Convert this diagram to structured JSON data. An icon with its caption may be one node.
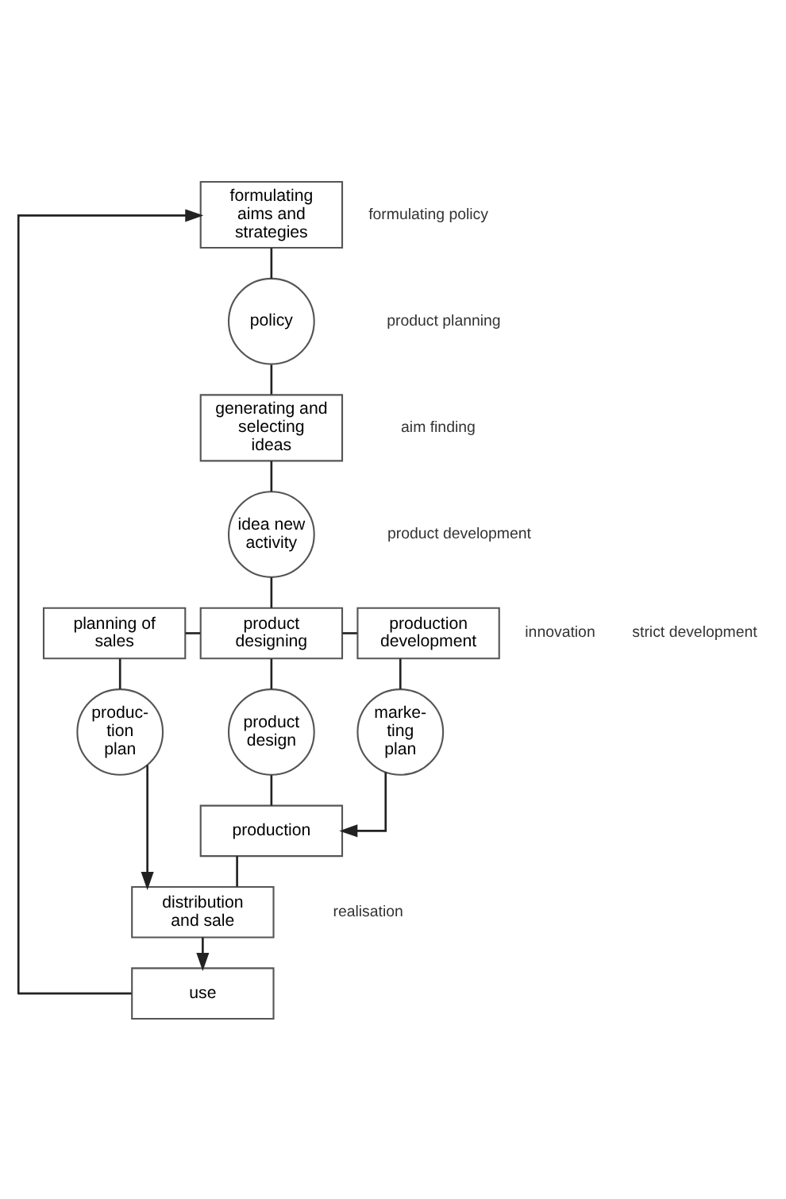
{
  "diagram": {
    "nodes": [
      {
        "text": [
          "formulating aims and strategies"
        ]
      },
      {
        "text": [
          "policy"
        ]
      },
      {
        "text": [
          "generating and selecting ideas"
        ]
      },
      {
        "text": [
          "idea new activity"
        ]
      },
      {
        "text": [
          "planning of sales"
        ]
      },
      {
        "text": [
          "product designing"
        ]
      },
      {
        "text": [
          "production development"
        ]
      },
      {
        "text": [
          "produc- tion plan"
        ]
      },
      {
        "text": [
          "product design"
        ]
      },
      {
        "text": [
          "marke- ting plan"
        ]
      },
      {
        "text": [
          "production"
        ]
      },
      {
        "text": [
          "distribution and sale"
        ]
      },
      {
        "text": [
          "use"
        ]
      }
    ],
    "edges": [
      {
        "from": 0,
        "to": 1,
        "arrow": "none"
      },
      {
        "from": 1,
        "to": 2,
        "arrow": "none"
      },
      {
        "from": 2,
        "to": 3,
        "arrow": "none"
      },
      {
        "from": 3,
        "to": 5,
        "arrow": "none"
      },
      {
        "from": 4,
        "to": 5,
        "arrow": "none"
      },
      {
        "from": 5,
        "to": 6,
        "arrow": "none"
      },
      {
        "from": 4,
        "to": 7,
        "arrow": "none"
      },
      {
        "from": 5,
        "to": 8,
        "arrow": "none"
      },
      {
        "from": 6,
        "to": 9,
        "arrow": "none"
      },
      {
        "from": 8,
        "to": 10,
        "arrow": "none"
      },
      {
        "from": 9,
        "to": 10,
        "arrow": "to"
      },
      {
        "from": 7,
        "to": 11,
        "arrow": "to"
      },
      {
        "from": 10,
        "to": 11,
        "arrow": "none"
      },
      {
        "from": 11,
        "to": 12,
        "arrow": "to"
      },
      {
        "from": 12,
        "to": 0,
        "arrow": "to"
      }
    ],
    "labels": [
      "innovation",
      "product development",
      "product planning",
      "formulating policy",
      "aim finding",
      "strict development",
      "realisation"
    ]
  }
}
